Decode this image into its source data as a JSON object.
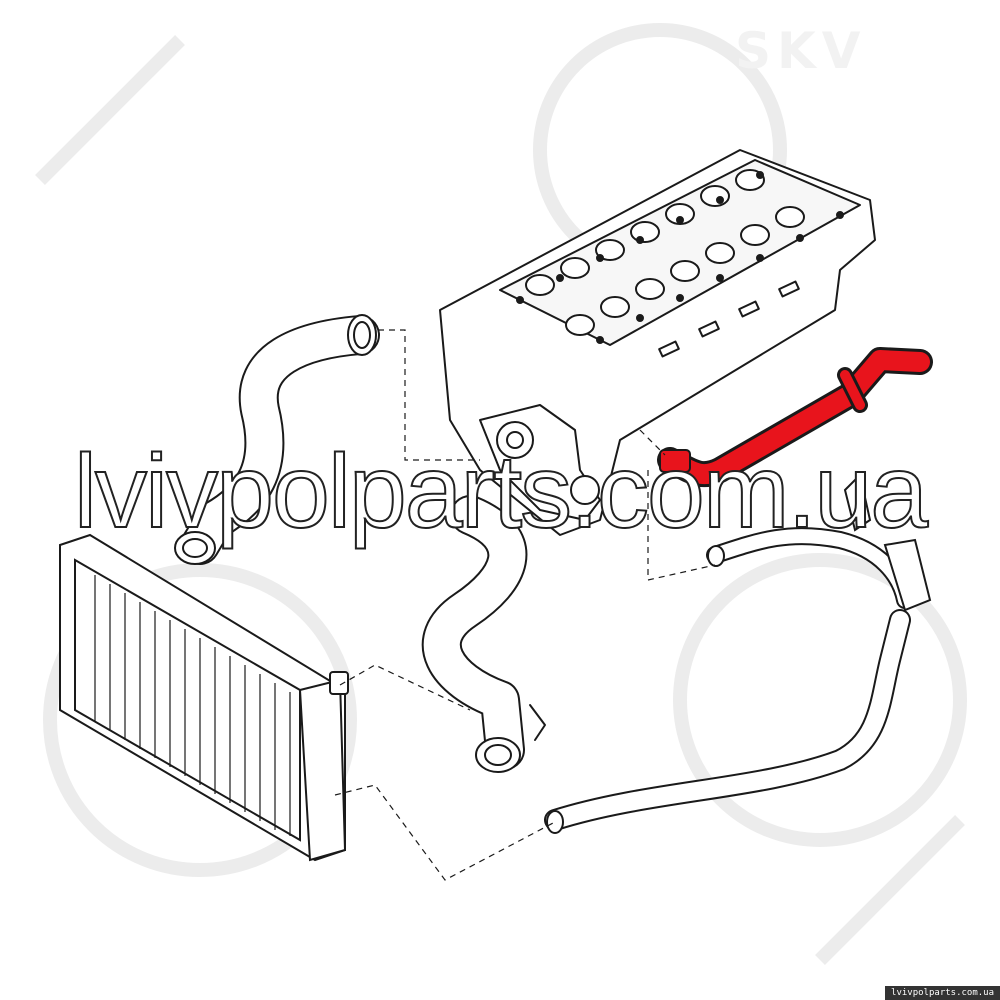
{
  "watermark": {
    "main_text": "lvivpolparts.com.ua",
    "brand_text": "SKV",
    "footer_text": "lvivpolparts.com.ua"
  },
  "diagram": {
    "highlight_color": "#e8141c",
    "line_color": "#1a1a1a",
    "parts": [
      "engine-cylinder-head",
      "radiator",
      "upper-radiator-hose",
      "lower-radiator-hose",
      "heater-pipe-highlighted",
      "thermostat-housing",
      "return-hose",
      "expansion-bracket"
    ]
  }
}
